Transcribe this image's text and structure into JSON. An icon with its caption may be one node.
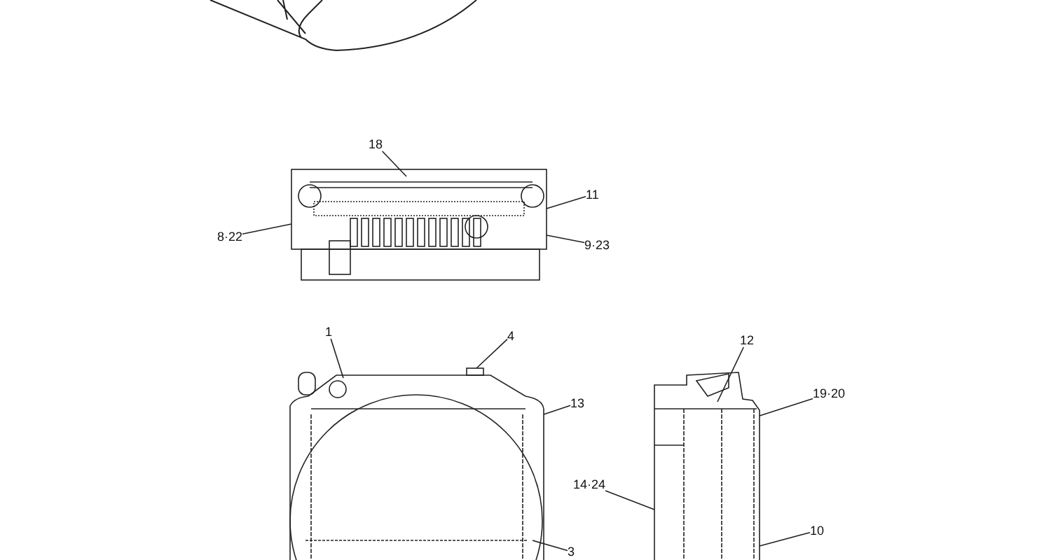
{
  "diagram": {
    "nodes": [
      {
        "text": [
          "18"
        ]
      },
      {
        "text": [
          "11"
        ]
      },
      {
        "text": [
          "8·22"
        ]
      },
      {
        "text": [
          "9·23"
        ]
      },
      {
        "text": [
          "1"
        ]
      },
      {
        "text": [
          "4"
        ]
      },
      {
        "text": [
          "13"
        ]
      },
      {
        "text": [
          "12"
        ]
      },
      {
        "text": [
          "19·20"
        ]
      },
      {
        "text": [
          "14·24"
        ]
      },
      {
        "text": [
          "10"
        ]
      },
      {
        "text": [
          "3"
        ]
      },
      {
        "text": [],
        "shape": "picture"
      },
      {
        "text": [],
        "shape": "picture"
      },
      {
        "text": [],
        "shape": "picture"
      }
    ],
    "edges": [
      {
        "from": 0,
        "to": 12,
        "arrow": "none"
      },
      {
        "from": 1,
        "to": 12,
        "arrow": "none"
      },
      {
        "from": 2,
        "to": 12,
        "arrow": "none"
      },
      {
        "from": 3,
        "to": 12,
        "arrow": "none"
      },
      {
        "from": 4,
        "to": 13,
        "arrow": "none"
      },
      {
        "from": 5,
        "to": 13,
        "arrow": "none"
      },
      {
        "from": 6,
        "to": 13,
        "arrow": "none"
      },
      {
        "from": 7,
        "to": 14,
        "arrow": "none"
      },
      {
        "from": 8,
        "to": 14,
        "arrow": "none"
      },
      {
        "from": 9,
        "to": 14,
        "arrow": "none"
      },
      {
        "from": 10,
        "to": 14,
        "arrow": "none"
      },
      {
        "from": 11,
        "to": 13,
        "arrow": "none"
      }
    ]
  }
}
